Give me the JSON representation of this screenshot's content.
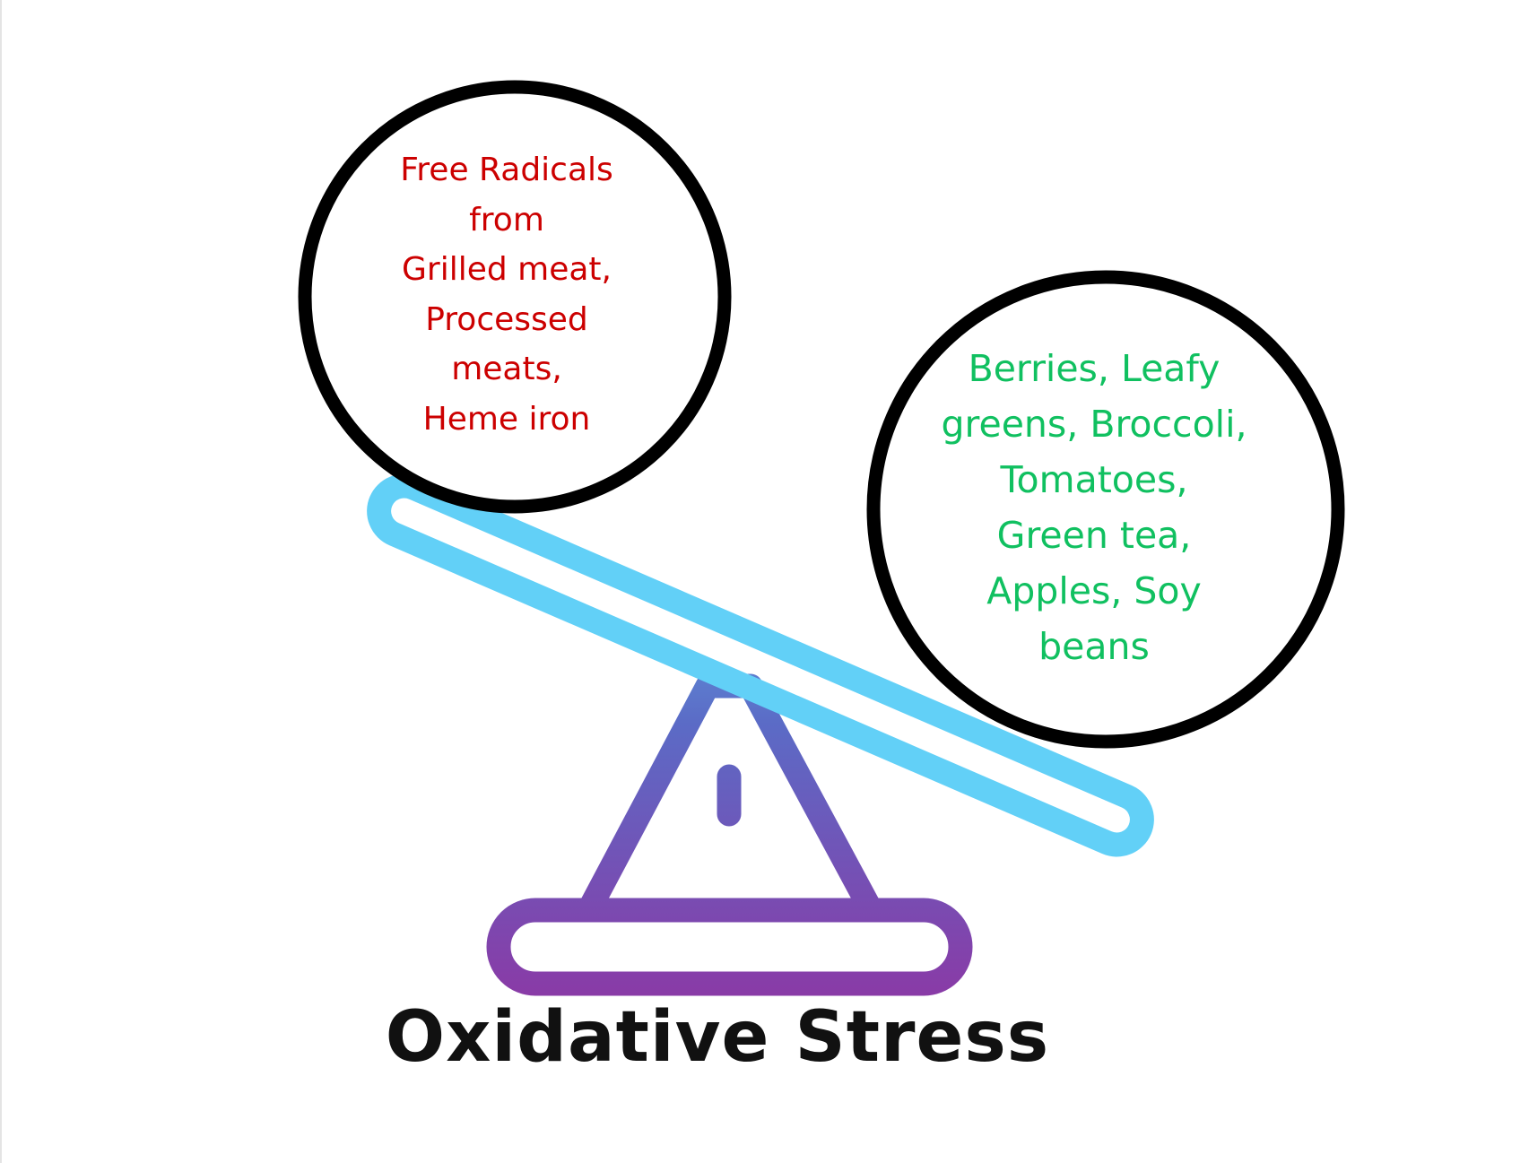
{
  "title": "Oxidative Stress",
  "left_bubble": {
    "lines": [
      "Free Radicals",
      "from",
      "Grilled meat,",
      "Processed",
      "meats,",
      "Heme iron"
    ],
    "color": "#cc0000"
  },
  "right_bubble": {
    "lines": [
      "Berries, Leafy",
      "greens, Broccoli,",
      "Tomatoes,",
      "Green tea,",
      "Apples, Soy",
      "beans"
    ],
    "color": "#10c060"
  },
  "seesaw_gradient": [
    "#62d0f7",
    "#5b6bc6",
    "#8a3aa6"
  ],
  "circle_stroke": "#000000",
  "title_color": "#111111"
}
